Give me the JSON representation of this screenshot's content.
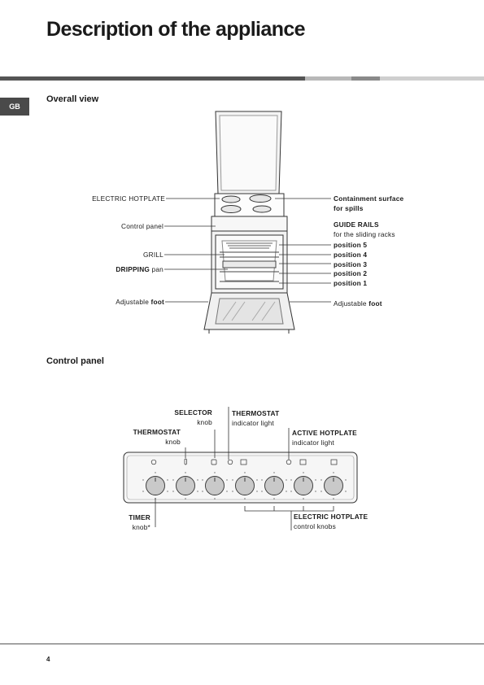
{
  "page": {
    "title": "Description of the appliance",
    "language_tab": "GB",
    "page_number": "4",
    "accent_color": "#555555"
  },
  "overall_view": {
    "heading": "Overall view",
    "labels": {
      "electric_hotplate": "ELECTRIC HOTPLATE",
      "control_panel": "Control panel",
      "grill": "GRILL",
      "dripping_bold": "DRIPPING",
      "dripping_rest": " pan",
      "foot_left_prefix": "Adjustable ",
      "foot_left_bold": "foot",
      "containment_line1": "Containment surface",
      "containment_line2": "for spills",
      "guide_rails_title": "GUIDE RAILS",
      "guide_rails_sub": "for the sliding racks",
      "positions": [
        "position 5",
        "position 4",
        "position 3",
        "position 2",
        "position 1"
      ],
      "foot_right_prefix": "Adjustable ",
      "foot_right_bold": "foot"
    }
  },
  "control_panel": {
    "heading": "Control panel",
    "labels": {
      "selector_title": "SELECTOR",
      "selector_sub": "knob",
      "thermostat_light_title": "THERMOSTAT",
      "thermostat_light_sub": "indicator light",
      "thermostat_knob_title": "THERMOSTAT",
      "thermostat_knob_sub": "knob",
      "active_hotplate_title": "ACTIVE HOTPLATE",
      "active_hotplate_sub": "indicator light",
      "timer_title": "TIMER",
      "timer_sub": "knob*",
      "electric_hotplate_title": "ELECTRIC HOTPLATE",
      "electric_hotplate_sub": "control knobs"
    },
    "icons": [
      "timer-icon",
      "thermometer-icon",
      "selector-icon",
      "indicator-light-icon",
      "hotplate-icon"
    ]
  }
}
